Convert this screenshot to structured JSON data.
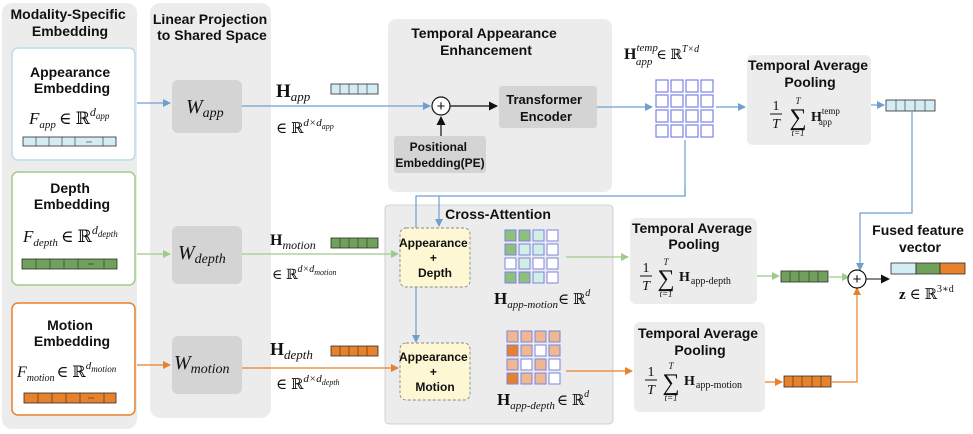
{
  "columns": {
    "modality_title_1": "Modality-Specific",
    "modality_title_2": "Embedding",
    "projection_title_1": "Linear Projection",
    "projection_title_2": "to Shared Space"
  },
  "embeddings": {
    "appearance": {
      "title_1": "Appearance",
      "title_2": "Embedding",
      "formula": "F",
      "sub": "app",
      "set": "∈ ℝ",
      "sup": "d",
      "supsub": "app"
    },
    "depth": {
      "title_1": "Depth",
      "title_2": "Embedding",
      "formula": "F",
      "sub": "depth",
      "set": "∈ ℝ",
      "sup": "d",
      "supsub": "depth"
    },
    "motion": {
      "title_1": "Motion",
      "title_2": "Embedding",
      "formula": "F",
      "sub": "motion",
      "set": "∈ ℝ",
      "sup": "d",
      "supsub": "motion"
    }
  },
  "projections": {
    "app": {
      "W": "W",
      "sub": "app"
    },
    "depth": {
      "W": "W",
      "sub": "depth"
    },
    "motion": {
      "W": "W",
      "sub": "motion"
    }
  },
  "projected": {
    "app": {
      "H": "H",
      "sub": "app",
      "space": "∈ ℝ",
      "sup": "d×d",
      "supsub": "app"
    },
    "motion": {
      "H": "H",
      "sub": "motion",
      "space": "∈ ℝ",
      "sup": "d×d",
      "supsub": "motion"
    },
    "depth": {
      "H": "H",
      "sub": "depth",
      "space": "∈ ℝ",
      "sup": "d×d",
      "supsub": "depth"
    }
  },
  "temporal_enhancement": {
    "title_1": "Temporal Appearance",
    "title_2": "Enhancement",
    "plus": "+",
    "positional_1": "Positional",
    "positional_2": "Embedding(PE)",
    "transformer_1": "Transformer",
    "transformer_2": "Encoder",
    "output_H": "H",
    "output_sub": "app",
    "output_sup": "temp",
    "output_space": "∈ ℝ",
    "output_dim": "T×d"
  },
  "pooling_top": {
    "title_1": "Temporal Average",
    "title_2": "Pooling",
    "frac_num": "1",
    "frac_den": "T",
    "sum_top": "T",
    "sum_bot": "t=1",
    "term": "H",
    "term_sub": "app",
    "term_sup": "temp"
  },
  "cross_attention": {
    "title": "Cross-Attention",
    "block1_1": "Appearance",
    "block1_2": "+",
    "block1_3": "Depth",
    "block2_1": "Appearance",
    "block2_2": "+",
    "block2_3": "Motion",
    "out1_H": "H",
    "out1_sub": "app-motion",
    "out1_space": "∈ ℝ",
    "out1_sup": "d",
    "out2_H": "H",
    "out2_sub": "app-depth",
    "out2_space": "∈ ℝ",
    "out2_sup": "d"
  },
  "pooling_mid": {
    "title_1": "Temporal Average",
    "title_2": "Pooling",
    "frac_num": "1",
    "frac_den": "T",
    "sum_top": "T",
    "sum_bot": "t=1",
    "term": "H",
    "term_sub": "app-depth"
  },
  "pooling_bot": {
    "title_1": "Temporal Average",
    "title_2": "Pooling",
    "frac_num": "1",
    "frac_den": "T",
    "sum_top": "T",
    "sum_bot": "t=1",
    "term": "H",
    "term_sub": "app-motion"
  },
  "fusion": {
    "plus": "+",
    "title_1": "Fused feature",
    "title_2": "vector",
    "z": "z",
    "space": "∈ ℝ",
    "sup": "3∗d"
  },
  "colors": {
    "appearance": "#d4ecf4",
    "appearance_stroke": "#2c2c2c",
    "depth": "#6fa15c",
    "motion": "#e8812b",
    "grid_blue": "#7b83e6",
    "grid_green": "#8fbf7c",
    "grid_mint": "#d2efe3",
    "grid_peach": "#efb890",
    "arrow_blue": "#6f9fd0",
    "arrow_green": "#9fcb8a",
    "arrow_orange": "#e8812b",
    "panel_gray": "#ececec",
    "block_gray": "#d4d4d4",
    "cross_fill": "#fdf7d3"
  }
}
